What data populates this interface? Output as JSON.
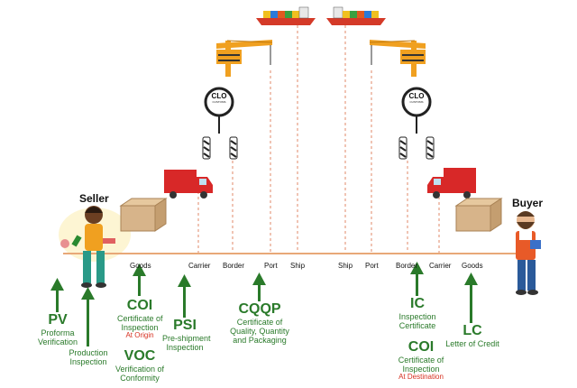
{
  "parties": {
    "seller": "Seller",
    "buyer": "Buyer"
  },
  "stops_left": [
    "Goods",
    "Carrier",
    "Border",
    "Port",
    "Ship"
  ],
  "stops_right": [
    "Ship",
    "Port",
    "Border",
    "Carrier",
    "Goods"
  ],
  "badges": {
    "left": {
      "top": "CLO",
      "bottom": "CUSTOMS"
    },
    "right": {
      "top": "CLO",
      "bottom": "CUSTOMS"
    }
  },
  "labels": {
    "pv": {
      "abbr": "PV",
      "l1": "Proforma",
      "l2": "Verification"
    },
    "prod": {
      "l1": "Production",
      "l2": "Inspection"
    },
    "coi_origin": {
      "abbr": "COI",
      "l1": "Certificate of",
      "l2": "Inspection",
      "note": "At Origin"
    },
    "voc": {
      "abbr": "VOC",
      "l1": "Verification of",
      "l2": "Conformity"
    },
    "psi": {
      "abbr": "PSI",
      "l1": "Pre-shipment",
      "l2": "Inspection"
    },
    "cqqp": {
      "abbr": "CQQP",
      "l1": "Certificate of",
      "l2": "Quality, Quantity",
      "l3": "and Packaging"
    },
    "ic": {
      "abbr": "IC",
      "l1": "Inspection",
      "l2": "Certificate"
    },
    "coi_dest": {
      "abbr": "COI",
      "l1": "Certificate of",
      "l2": "Inspection",
      "note": "At Destination"
    },
    "lc": {
      "abbr": "LC",
      "l1": "Letter of Credit"
    }
  },
  "colors": {
    "timeline": "#e8a878",
    "dash": "#e08868",
    "green": "#2a7a2a",
    "red": "#d63020",
    "crane": "#f0a020",
    "truck": "#d82828"
  }
}
